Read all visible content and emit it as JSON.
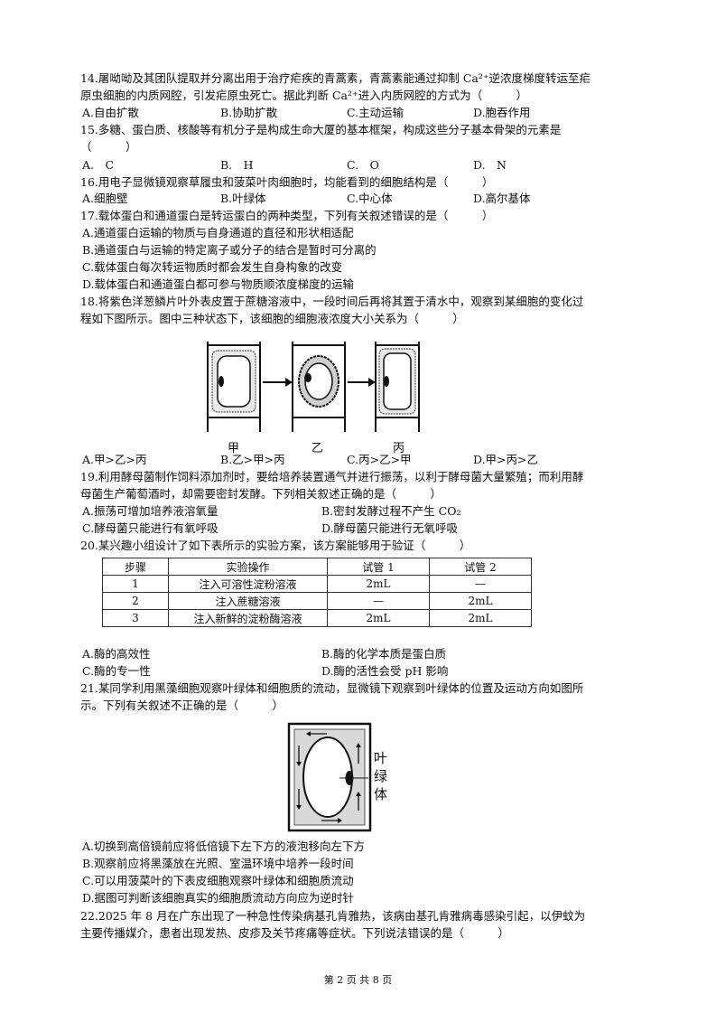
{
  "q14": {
    "line1": "14.屠呦呦及其团队提取并分离出用于治疗疟疾的青蒿素，青蒿素能通过抑制 Ca²⁺逆浓度梯度转运至疟",
    "line2": "原虫细胞的内质网腔，引发疟原虫死亡。据此判断 Ca²⁺进入内质网腔的方式为（　　　）",
    "options": [
      "A.自由扩散",
      "B.协助扩散",
      "C.主动运输",
      "D.胞吞作用"
    ]
  },
  "q15": {
    "line1": "15.多糖、蛋白质、核酸等有机分子是构成生命大厦的基本框架，构成这些分子基本骨架的元素是",
    "line2": "（　　　）",
    "options": [
      "A.　C",
      "B.　H",
      "C.　O",
      "D.　N"
    ]
  },
  "q16": {
    "line1": "16.用电子显微镜观察草履虫和菠菜叶肉细胞时，均能看到的细胞结构是（　　　）",
    "options": [
      "A.细胞壁",
      "B.叶绿体",
      "C.中心体",
      "D.高尔基体"
    ]
  },
  "q17": {
    "line1": "17.载体蛋白和通道蛋白是转运蛋白的两种类型，下列有关叙述错误的是（　　　）",
    "options": [
      "A.通道蛋白运输的物质与自身通道的直径和形状相适配",
      "B.通道蛋白与运输的特定离子或分子的结合是暂时可分离的",
      "C.载体蛋白每次转运物质时都会发生自身构象的改变",
      "D.载体蛋白和通道蛋白都可参与物质顺浓度梯度的运输"
    ]
  },
  "q18": {
    "line1": "18.将紫色洋葱鳞片叶外表皮置于蔗糖溶液中，一段时间后再将其置于清水中，观察到某细胞的变化过",
    "line2": "程如下图所示。图中三种状态下，该细胞的细胞液浓度大小关系为（　　　）",
    "figure_labels": [
      "甲",
      "乙",
      "丙"
    ],
    "options": [
      "A.甲>乙>丙",
      "B.乙>甲>丙",
      "C.丙>乙>甲",
      "D.甲>丙>乙"
    ]
  },
  "q19": {
    "line1": "19.利用酵母菌制作饲料添加剂时，要给培养装置通气并进行振荡，以利于酵母菌大量繁殖；而利用酵",
    "line2": "母菌生产葡萄酒时，却需要密封发酵。下列相关叙述正确的是（　　　）",
    "options": [
      "A.振荡可增加培养液溶氧量",
      "B.密封发酵过程不产生 CO₂",
      "C.酵母菌只能进行有氧呼吸",
      "D.酵母菌只能进行无氧呼吸"
    ]
  },
  "q20": {
    "line1": "20.某兴趣小组设计了如下表所示的实验方案，该方案能够用于验证（　　　）",
    "table": {
      "headers": [
        "步骤",
        "实验操作",
        "试管 1",
        "试管 2"
      ],
      "rows": [
        [
          "1",
          "注入可溶性淀粉溶液",
          "2mL",
          "—"
        ],
        [
          "2",
          "注入蔗糖溶液",
          "—",
          "2mL"
        ],
        [
          "3",
          "注入新鲜的淀粉酶溶液",
          "2mL",
          "2mL"
        ]
      ]
    },
    "options": [
      "A.酶的高效性",
      "B.酶的化学本质是蛋白质",
      "C.酶的专一性",
      "D.酶的活性会受 pH 影响"
    ]
  },
  "q21": {
    "line1": "21.某同学利用黑藻细胞观察叶绿体和细胞质的流动，显微镜下观察到叶绿体的位置及运动方向如图所",
    "line2": "示。下列有关叙述不正确的是（　　　）",
    "figure_label": "叶绿体",
    "options": [
      "A.切换到高倍镜前应将低倍镜下左下方的液泡移向左下方",
      "B.观察前应将黑藻放在光照、室温环境中培养一段时间",
      "C.可以用菠菜叶的下表皮细胞观察叶绿体和细胞质流动",
      "D.据图可判断该细胞真实的细胞质流动方向应为逆时针"
    ]
  },
  "q22": {
    "line1": "22.2025 年 8 月在广东出现了一种急性传染病基孔肯雅热，该病由基孔肯雅病毒感染引起，以伊蚊为",
    "line2": "主要传播媒介，患者出现发热、皮疹及关节疼痛等症状。下列说法错误的是（　　　）"
  },
  "footer": "第 2 页 共 8 页"
}
